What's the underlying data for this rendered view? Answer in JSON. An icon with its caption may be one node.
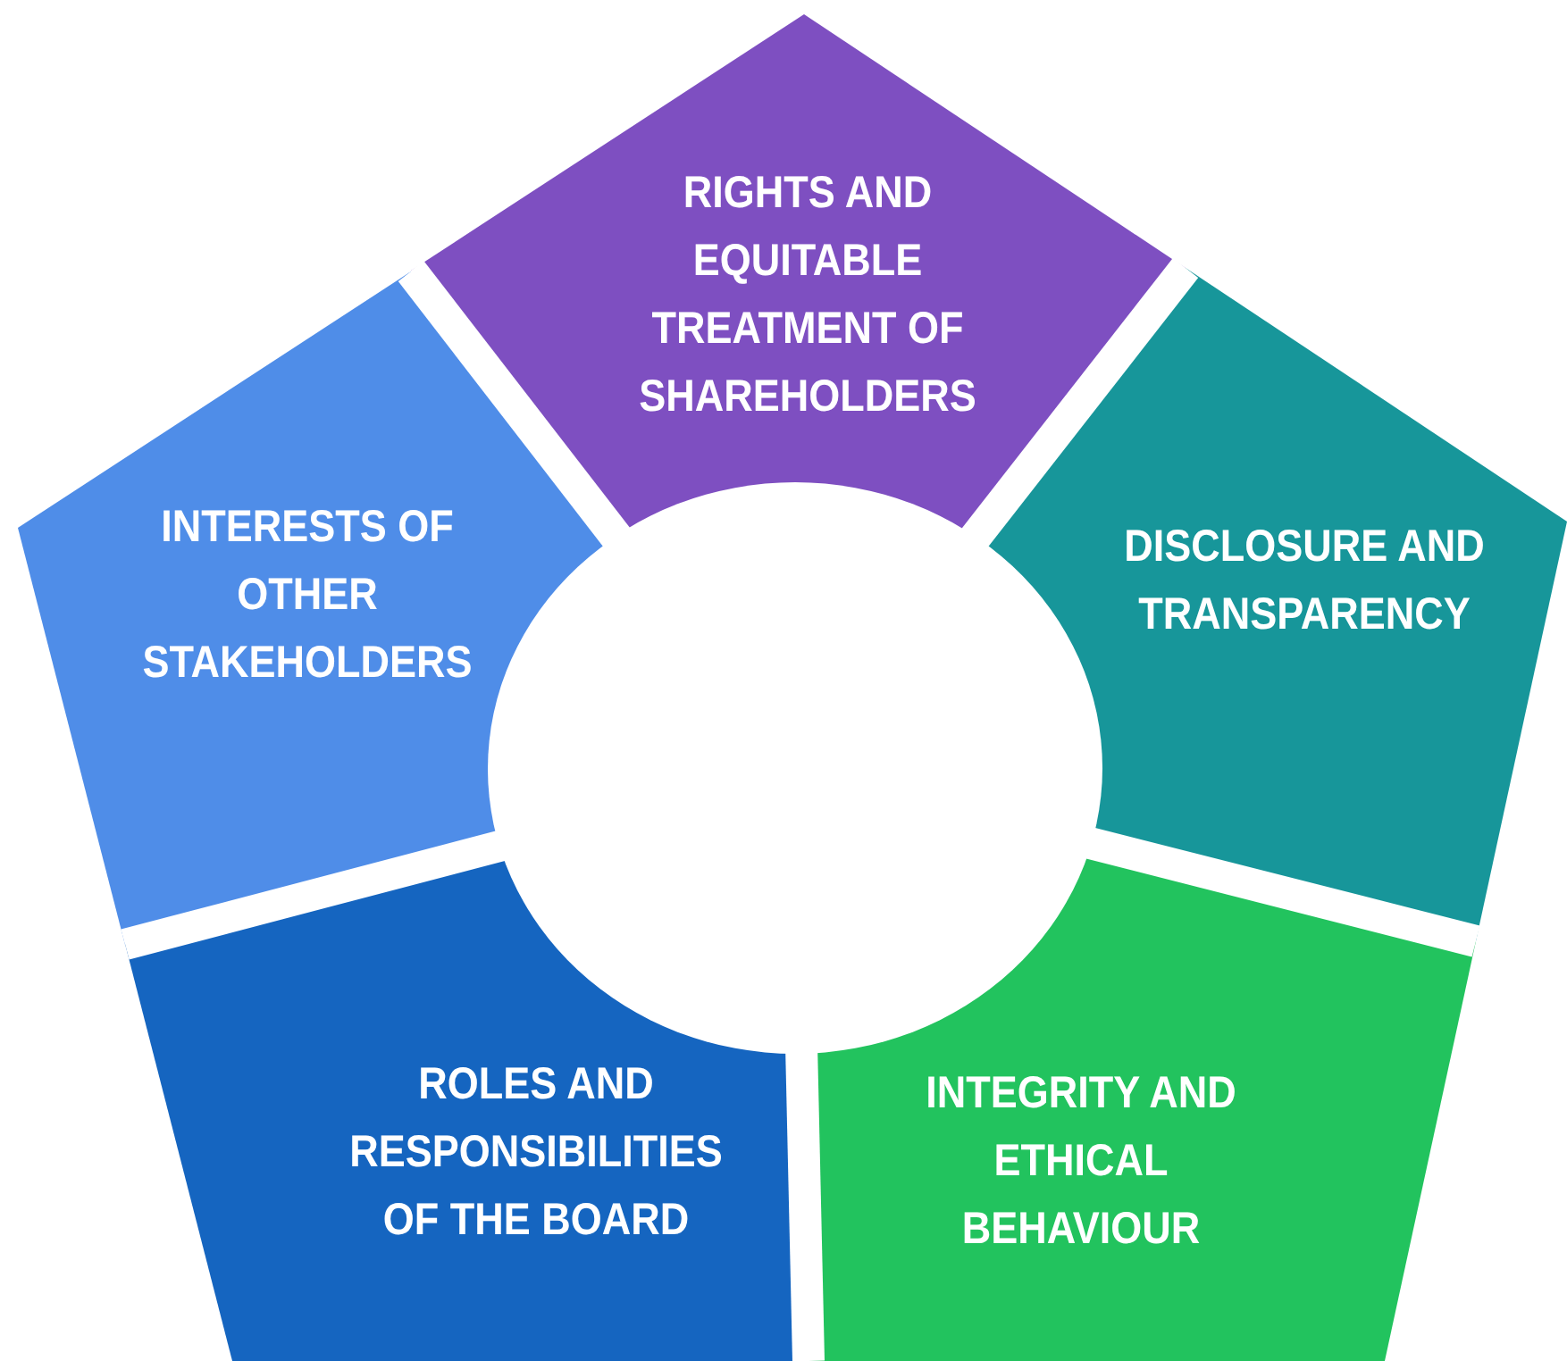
{
  "diagram": {
    "nodes": [
      {
        "text": [
          "RIGHTS AND EQUITABLE TREATMENT OF SHAREHOLDERS"
        ]
      },
      {
        "text": [
          "INTERESTS OF OTHER STAKEHOLDERS"
        ]
      },
      {
        "text": [
          "DISCLOSURE AND TRANSPARENCY"
        ]
      },
      {
        "text": [
          "ROLES AND RESPONSIBILITIES OF THE BOARD"
        ]
      },
      {
        "text": [
          "INTEGRITY AND ETHICAL BEHAVIOUR"
        ]
      }
    ]
  }
}
